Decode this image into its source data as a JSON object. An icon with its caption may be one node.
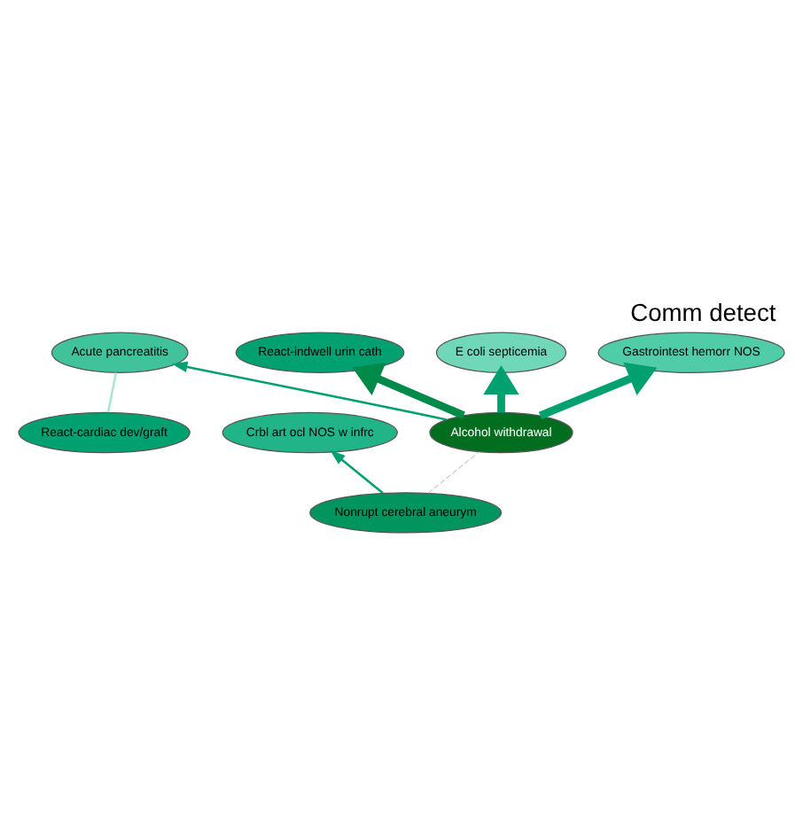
{
  "diagram": {
    "title": "Comm detect",
    "nodes": [
      {
        "text": [
          "React-cardiac dev/graft"
        ]
      },
      {
        "text": [
          "Acute pancreatitis"
        ]
      },
      {
        "text": [
          "React-indwell urin cath"
        ]
      },
      {
        "text": [
          "Crbl art ocl NOS w infrc"
        ]
      },
      {
        "text": [
          "E coli septicemia"
        ]
      },
      {
        "text": [
          "Nonrupt cerebral aneurym"
        ]
      },
      {
        "text": [
          "Alcohol withdrawal"
        ]
      },
      {
        "text": [
          "Gastrointest hemorr NOS"
        ]
      }
    ],
    "edges": [
      {
        "from": 0,
        "to": 1,
        "arrow": "none",
        "color": "#a8e6cf"
      },
      {
        "from": 6,
        "to": 1,
        "arrow": "to"
      },
      {
        "from": 5,
        "to": 3,
        "arrow": "to"
      },
      {
        "from": 5,
        "to": 6,
        "arrow": "none",
        "style": "dashed",
        "color": "#cccccc"
      },
      {
        "from": 6,
        "to": 2,
        "arrow": "to",
        "style": "thick",
        "color": "#008a4a"
      },
      {
        "from": 6,
        "to": 4,
        "arrow": "to",
        "style": "thick"
      },
      {
        "from": 6,
        "to": 7,
        "arrow": "to",
        "style": "thick"
      }
    ]
  }
}
